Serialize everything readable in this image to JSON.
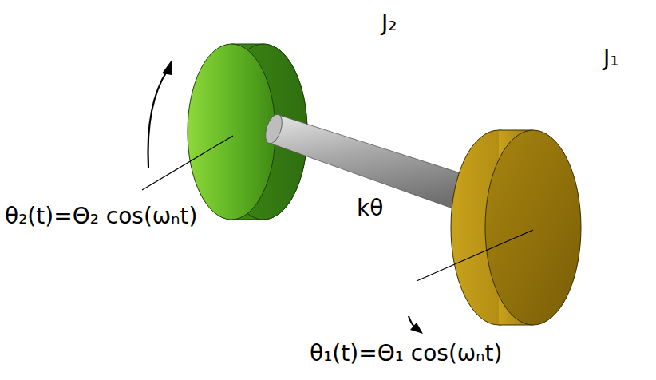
{
  "diagram": {
    "labels": [
      "J₂",
      "J₁",
      "kθ",
      "θ₂(t)=Θ₂ cos(ωₙt)",
      "θ₁(t)=Θ₁ cos(ωₙt)"
    ]
  }
}
